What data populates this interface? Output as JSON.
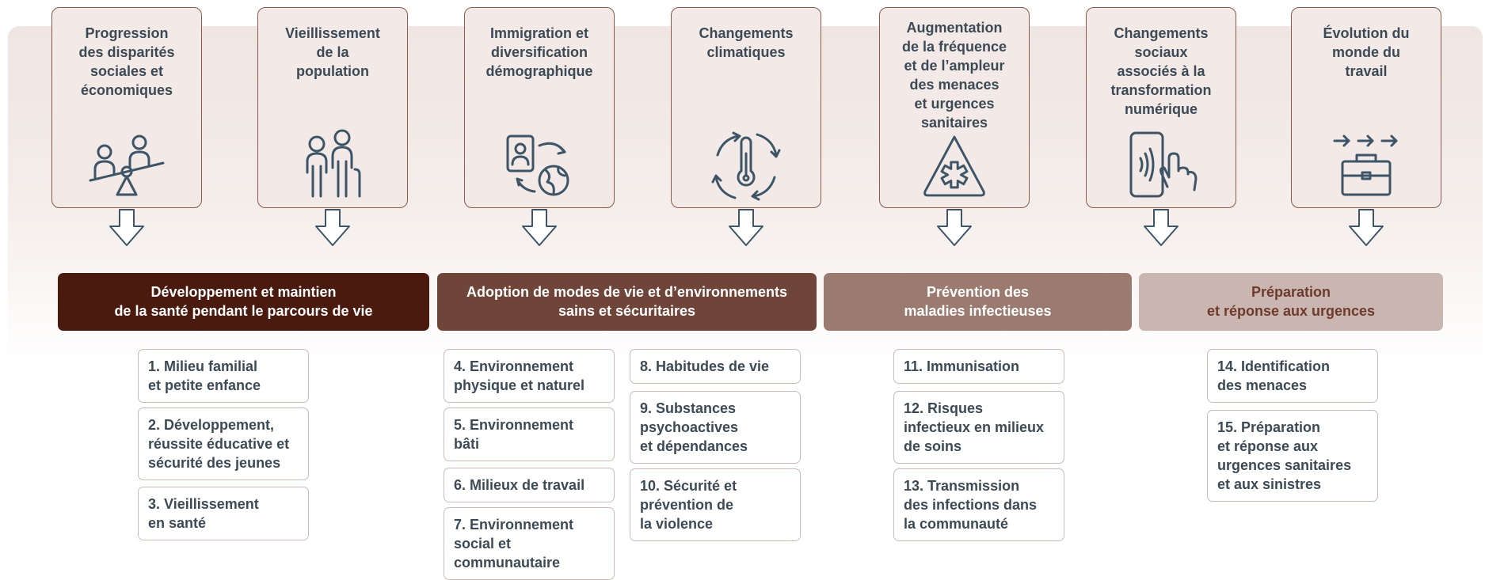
{
  "colors": {
    "icon_stroke": "#3d5566",
    "card_border": "#8a5a4c",
    "card_fill": "#f3e9e6",
    "header_1": "#4a1a0e",
    "header_2": "#704539",
    "header_3": "#9b7a70",
    "header_4": "#c9b6b0",
    "header_4_text": "#6e3a2c"
  },
  "factors": [
    {
      "lines": [
        "Progression",
        "des disparités",
        "sociales et",
        "économiques"
      ],
      "icon": "seesaw-people-icon"
    },
    {
      "lines": [
        "Vieillissement",
        "de la",
        "population"
      ],
      "icon": "elderly-couple-icon"
    },
    {
      "lines": [
        "Immigration et",
        "diversification",
        "démographique"
      ],
      "icon": "passport-globe-icon"
    },
    {
      "lines": [
        "Changements",
        "climatiques"
      ],
      "icon": "thermometer-cycle-icon"
    },
    {
      "lines": [
        "Augmentation",
        "de la fréquence",
        "et de l’ampleur",
        "des menaces",
        "et urgences",
        "sanitaires"
      ],
      "icon": "warning-medical-icon"
    },
    {
      "lines": [
        "Changements",
        "sociaux",
        "associés à la",
        "transformation",
        "numérique"
      ],
      "icon": "smartphone-touch-icon"
    },
    {
      "lines": [
        "Évolution du",
        "monde du",
        "travail"
      ],
      "icon": "briefcase-arrows-icon"
    }
  ],
  "domains": [
    {
      "lines": [
        "Développement et maintien",
        "de la santé pendant le parcours de vie"
      ]
    },
    {
      "lines": [
        "Adoption de modes de vie et d’environnements",
        "sains et sécuritaires"
      ]
    },
    {
      "lines": [
        "Prévention des",
        "maladies infectieuses"
      ]
    },
    {
      "lines": [
        "Préparation",
        "et réponse aux urgences"
      ]
    }
  ],
  "themes": [
    {
      "lines": [
        "1. Milieu familial",
        "et petite enfance"
      ]
    },
    {
      "lines": [
        "2. Développement,",
        "réussite éducative et",
        "sécurité des jeunes"
      ]
    },
    {
      "lines": [
        "3. Vieillissement",
        "en santé"
      ]
    },
    {
      "lines": [
        "4. Environnement",
        "physique et naturel"
      ]
    },
    {
      "lines": [
        "5. Environnement",
        "bâti"
      ]
    },
    {
      "lines": [
        "6. Milieux de travail"
      ]
    },
    {
      "lines": [
        "7. Environnement",
        "social et",
        "communautaire"
      ]
    },
    {
      "lines": [
        "8. Habitudes de vie"
      ]
    },
    {
      "lines": [
        "9. Substances",
        "psychoactives",
        "et dépendances"
      ]
    },
    {
      "lines": [
        "10. Sécurité et",
        "prévention de",
        "la violence"
      ]
    },
    {
      "lines": [
        "11. Immunisation"
      ]
    },
    {
      "lines": [
        "12. Risques",
        "infectieux en milieux",
        "de soins"
      ]
    },
    {
      "lines": [
        "13. Transmission",
        "des infections dans",
        "la communauté"
      ]
    },
    {
      "lines": [
        "14. Identification",
        "des menaces"
      ]
    },
    {
      "lines": [
        "15. Préparation",
        "et réponse aux",
        "urgences sanitaires",
        "et aux sinistres"
      ]
    }
  ]
}
